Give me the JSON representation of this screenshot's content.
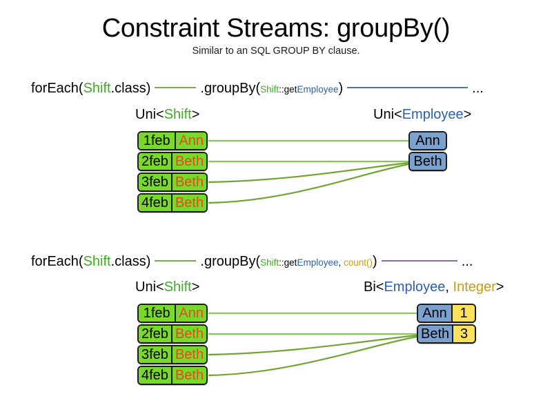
{
  "header": {
    "title": "Constraint Streams: groupBy()",
    "subtitle": "Similar to an SQL GROUP BY clause."
  },
  "colors": {
    "shift_green": "#79d92a",
    "shift_name_orange": "#e8491c",
    "employee_blue": "#7ba2cf",
    "integer_yellow": "#fbe15c",
    "token_green": "#3faa23",
    "token_blue": "#2b5fb0",
    "token_gold": "#c99a12",
    "link_green": "#74b042",
    "link_blue": "#4a73ab",
    "link_purple": "#8a6f9e",
    "border": "#1c1c1c"
  },
  "sections": [
    {
      "id": "groupby-key-only",
      "code": {
        "foreach_prefix": "forEach(",
        "foreach_type": "Shift",
        "foreach_suffix": ".class)",
        "groupby_prefix": ".groupBy(",
        "arg_type": "Shift",
        "arg_method": "::get",
        "arg_property": "Employee",
        "groupby_suffix": ")",
        "ellipsis": "...",
        "line1_color": "green",
        "line2_color": "blue"
      },
      "left_label": {
        "prefix": "Uni<",
        "generic": "Shift",
        "suffix": ">",
        "generic_color": "green"
      },
      "right_label": {
        "prefix": "Uni<",
        "generic": "Employee",
        "suffix": ">",
        "generic_color": "blue"
      },
      "left_rows": [
        {
          "date": "1feb",
          "name": "Ann"
        },
        {
          "date": "2feb",
          "name": "Beth"
        },
        {
          "date": "3feb",
          "name": "Beth"
        },
        {
          "date": "4feb",
          "name": "Beth"
        }
      ],
      "right_rows": [
        {
          "name": "Ann"
        },
        {
          "name": "Beth"
        }
      ],
      "mapping": [
        0,
        1,
        1,
        1
      ]
    },
    {
      "id": "groupby-key-and-count",
      "code": {
        "foreach_prefix": "forEach(",
        "foreach_type": "Shift",
        "foreach_suffix": ".class)",
        "groupby_prefix": ".groupBy(",
        "arg_type": "Shift",
        "arg_method": "::get",
        "arg_property": "Employee",
        "arg_separator": ", ",
        "arg_collector": "count()",
        "groupby_suffix": ")",
        "ellipsis": "...",
        "line1_color": "green",
        "line2_color": "purple"
      },
      "left_label": {
        "prefix": "Uni<",
        "generic": "Shift",
        "suffix": ">",
        "generic_color": "green"
      },
      "right_label": {
        "prefix": "Bi<",
        "generic": "Employee",
        "separator": ", ",
        "generic2": "Integer",
        "suffix": ">",
        "generic_color": "blue",
        "generic2_color": "gold"
      },
      "left_rows": [
        {
          "date": "1feb",
          "name": "Ann"
        },
        {
          "date": "2feb",
          "name": "Beth"
        },
        {
          "date": "3feb",
          "name": "Beth"
        },
        {
          "date": "4feb",
          "name": "Beth"
        }
      ],
      "right_rows": [
        {
          "name": "Ann",
          "count": "1"
        },
        {
          "name": "Beth",
          "count": "3"
        }
      ],
      "mapping": [
        0,
        1,
        1,
        1
      ]
    }
  ]
}
